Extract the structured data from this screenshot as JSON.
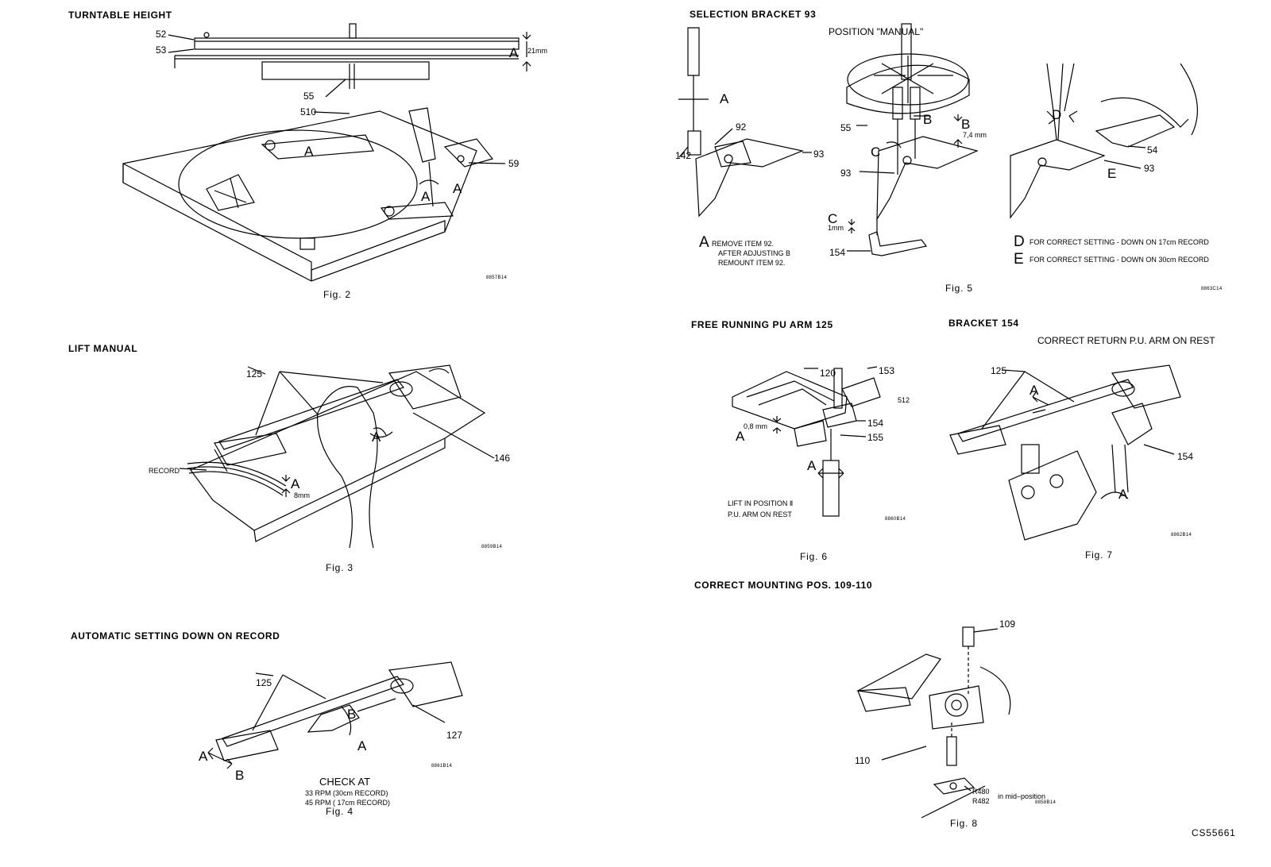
{
  "doc_code": "CS55661",
  "fig2": {
    "title": "TURNTABLE HEIGHT",
    "caption": "Fig. 2",
    "code": "8857B14",
    "labels": {
      "l52": "52",
      "l53": "53",
      "l55": "55",
      "l510": "510",
      "l59": "59",
      "A1": "A",
      "A2": "A",
      "A3": "A",
      "A4": "A"
    },
    "dim": "21mm"
  },
  "fig3": {
    "title": "LIFT MANUAL",
    "caption": "Fig. 3",
    "code": "8859B14",
    "labels": {
      "l125": "125",
      "l146": "146",
      "record": "RECORD",
      "A1": "A",
      "A2": "A"
    },
    "dim": "8mm"
  },
  "fig4": {
    "title": "AUTOMATIC SETTING DOWN ON RECORD",
    "caption": "Fig. 4",
    "code": "8861B14",
    "labels": {
      "l125": "125",
      "l127": "127",
      "A1": "A",
      "B1": "B",
      "A2": "A",
      "B2": "B"
    },
    "check": "CHECK  AT",
    "rpm33": "33 RPM (30cm RECORD)",
    "rpm45": "45 RPM ( 17cm RECORD)"
  },
  "fig5": {
    "title": "SELECTION BRACKET 93",
    "caption": "Fig. 5",
    "code": "8863C14",
    "position": "POSITION \"MANUAL\"",
    "labels": {
      "l142": "142",
      "l92": "92",
      "l93a": "93",
      "l55": "55",
      "l93b": "93",
      "l154": "154",
      "l54": "54",
      "l93c": "93",
      "A": "A",
      "B1": "B",
      "B2": "B",
      "C1": "C",
      "C2": "C",
      "D": "D",
      "E": "E"
    },
    "dim74": "7,4 mm",
    "dim1": "1mm",
    "noteA_letter": "A",
    "noteA1": "REMOVE ITEM 92.",
    "noteA2": "AFTER ADJUSTING B",
    "noteA3": "REMOUNT ITEM 92.",
    "noteD_letter": "D",
    "noteD": "FOR CORRECT SETTING - DOWN ON 17cm RECORD",
    "noteE_letter": "E",
    "noteE": "FOR CORRECT  SETTING - DOWN ON 30cm RECORD"
  },
  "fig6": {
    "title": "FREE RUNNING PU ARM 125",
    "caption": "Fig. 6",
    "code": "8860B14",
    "labels": {
      "l120": "120",
      "l153": "153",
      "l512": "512",
      "l154": "154",
      "l155": "155",
      "A1": "A",
      "A2": "A"
    },
    "dim": "0,8 mm",
    "note1": "LIFT  IN  POSITION  Ⅱ",
    "note2": "P.U. ARM ON REST"
  },
  "fig7": {
    "title": "BRACKET 154",
    "caption": "Fig. 7",
    "code": "8862B14",
    "subtitle": "CORRECT  RETURN  P.U. ARM ON REST",
    "labels": {
      "l125": "125",
      "l154": "154",
      "A1": "A",
      "A2": "A"
    }
  },
  "fig8": {
    "title": "CORRECT MOUNTING POS. 109-110",
    "caption": "Fig. 8",
    "code": "8858B14",
    "labels": {
      "l109": "109",
      "l110": "110",
      "r480": "R480",
      "r482": "R482",
      "mid": "in mid–position"
    }
  }
}
